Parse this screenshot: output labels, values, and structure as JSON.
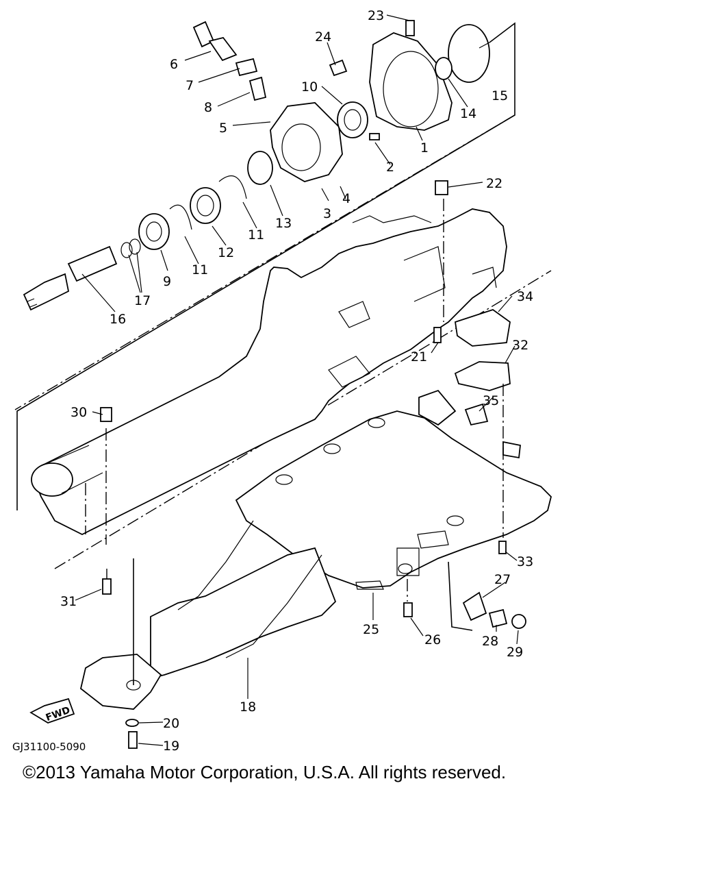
{
  "diagram": {
    "drawing_code": "GJ31100-5090",
    "fwd_label": "FWD",
    "callouts": [
      {
        "id": "c1",
        "text": "1"
      },
      {
        "id": "c2",
        "text": "2"
      },
      {
        "id": "c3",
        "text": "3"
      },
      {
        "id": "c4",
        "text": "4"
      },
      {
        "id": "c5",
        "text": "5"
      },
      {
        "id": "c6",
        "text": "6"
      },
      {
        "id": "c7",
        "text": "7"
      },
      {
        "id": "c8",
        "text": "8"
      },
      {
        "id": "c9",
        "text": "9"
      },
      {
        "id": "c10",
        "text": "10"
      },
      {
        "id": "c11a",
        "text": "11"
      },
      {
        "id": "c11b",
        "text": "11"
      },
      {
        "id": "c12",
        "text": "12"
      },
      {
        "id": "c13",
        "text": "13"
      },
      {
        "id": "c14",
        "text": "14"
      },
      {
        "id": "c15",
        "text": "15"
      },
      {
        "id": "c16",
        "text": "16"
      },
      {
        "id": "c17",
        "text": "17"
      },
      {
        "id": "c18",
        "text": "18"
      },
      {
        "id": "c19",
        "text": "19"
      },
      {
        "id": "c20",
        "text": "20"
      },
      {
        "id": "c21",
        "text": "21"
      },
      {
        "id": "c22",
        "text": "22"
      },
      {
        "id": "c23",
        "text": "23"
      },
      {
        "id": "c24",
        "text": "24"
      },
      {
        "id": "c25",
        "text": "25"
      },
      {
        "id": "c26",
        "text": "26"
      },
      {
        "id": "c27",
        "text": "27"
      },
      {
        "id": "c28",
        "text": "28"
      },
      {
        "id": "c29",
        "text": "29"
      },
      {
        "id": "c30",
        "text": "30"
      },
      {
        "id": "c31",
        "text": "31"
      },
      {
        "id": "c32",
        "text": "32"
      },
      {
        "id": "c33",
        "text": "33"
      },
      {
        "id": "c34",
        "text": "34"
      },
      {
        "id": "c35",
        "text": "35"
      }
    ]
  },
  "copyright": "©2013 Yamaha Motor Corporation, U.S.A. All rights reserved."
}
